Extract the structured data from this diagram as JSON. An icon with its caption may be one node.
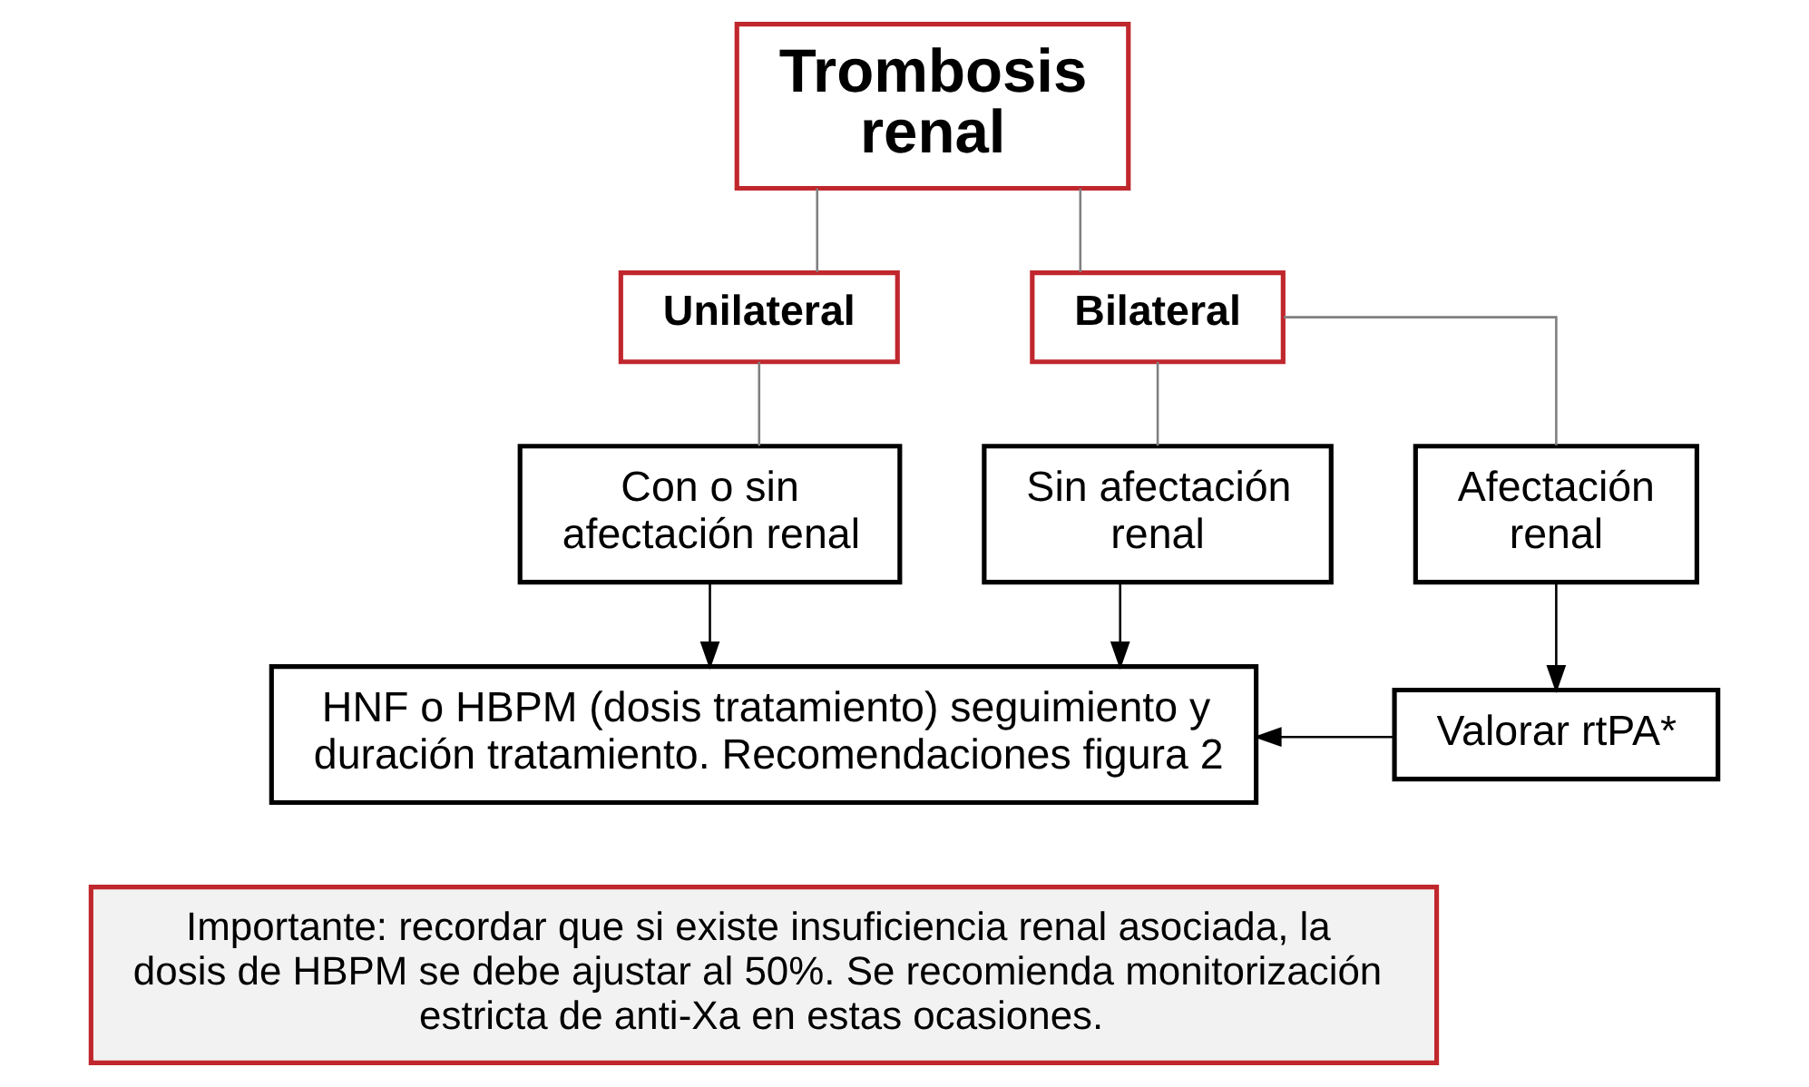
{
  "diagram": {
    "nodes": [
      {
        "text": [
          "Trombosis renal"
        ]
      },
      {
        "text": [
          "Unilateral"
        ]
      },
      {
        "text": [
          "Bilateral"
        ]
      },
      {
        "text": [
          "Con o sin afectación renal"
        ]
      },
      {
        "text": [
          "Sin afectación renal"
        ]
      },
      {
        "text": [
          "Afectación renal"
        ]
      },
      {
        "text": [
          "HNF o HBPM (dosis tratamiento) seguimiento y duración tratamiento. Recomendaciones figura 2"
        ]
      },
      {
        "text": [
          "Valorar rtPA*"
        ]
      },
      {
        "text": [
          "Importante: recordar que si existe insuficiencia renal asociada, la dosis de HBPM se debe ajustar al 50%. Se recomienda monitorización estricta de anti-Xa en estas ocasiones."
        ]
      }
    ],
    "edges": [
      {
        "from": 0,
        "to": 1,
        "arrow": "none"
      },
      {
        "from": 0,
        "to": 2,
        "arrow": "none"
      },
      {
        "from": 1,
        "to": 3,
        "arrow": "none"
      },
      {
        "from": 2,
        "to": 4,
        "arrow": "none"
      },
      {
        "from": 2,
        "to": 5,
        "arrow": "none"
      },
      {
        "from": 3,
        "to": 6,
        "arrow": "to",
        "color": "#000000"
      },
      {
        "from": 4,
        "to": 6,
        "arrow": "to",
        "color": "#000000"
      },
      {
        "from": 5,
        "to": 7,
        "arrow": "to",
        "color": "#000000"
      },
      {
        "from": 7,
        "to": 6,
        "arrow": "to",
        "color": "#000000"
      }
    ]
  }
}
